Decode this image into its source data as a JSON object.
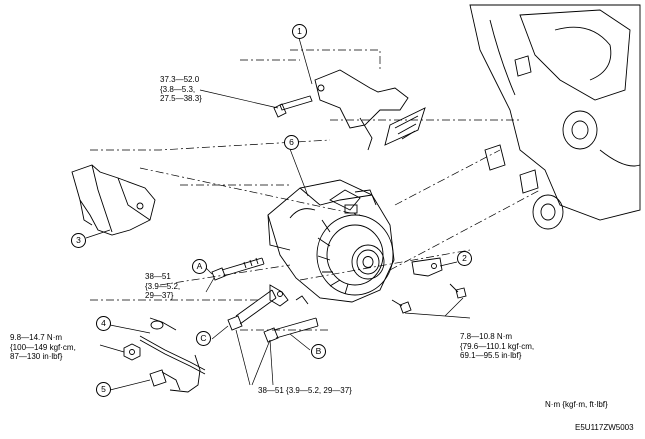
{
  "callouts": {
    "c1": "1",
    "c2": "2",
    "c3": "3",
    "c4": "4",
    "c5": "5",
    "c6": "6",
    "cA": "A",
    "cB": "B",
    "cC": "C"
  },
  "torques": {
    "bracket_bolt": "37.3—52.0\n{3.8—5.3,\n27.5—38.3}",
    "bolt_a": "38—51\n{3.9—5.2,\n29—37}",
    "nut_4": "9.8—14.7 N·m\n{100—149 kgf·cm,\n87—130 in·lbf}",
    "bolts_bc": "38—51 {3.9—5.2, 29—37}",
    "bracket_2": "7.8—10.8 N·m\n{79.6—110.1 kgf·cm,\n69.1—95.5 in·lbf}"
  },
  "units_note": "N·m {kgf·m, ft·lbf}",
  "figure_code": "E5U117ZW5003",
  "colors": {
    "line": "#000000",
    "background": "#ffffff"
  }
}
